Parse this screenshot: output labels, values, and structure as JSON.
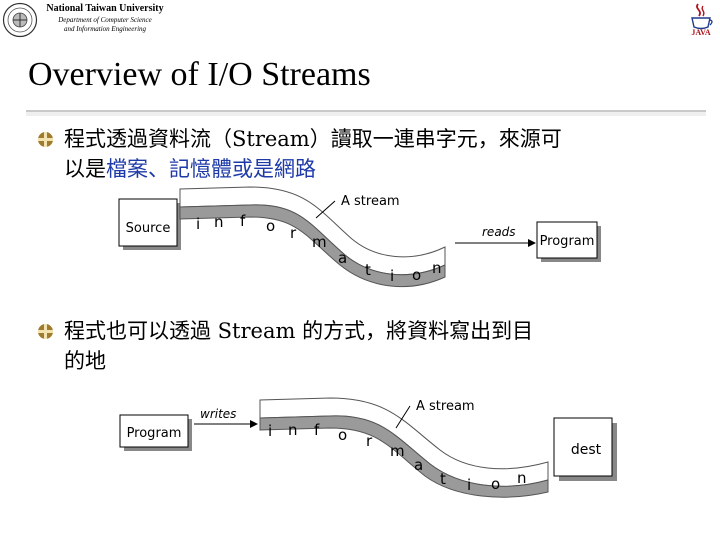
{
  "header": {
    "university": "National Taiwan University",
    "department_line1": "Department of Computer Science",
    "department_line2": "and Information Engineering",
    "logo_icon": "ntu-seal-icon",
    "java_icon": "java-cup-icon",
    "java_label": "JAVA"
  },
  "slide": {
    "title": "Overview of I/O Streams"
  },
  "bullets": [
    {
      "line1": "程式透過資料流（Stream）讀取一連串字元，來源可",
      "line2_prefix": "以是",
      "line2_highlight": "檔案、記憶體或是網路"
    },
    {
      "line1": "程式也可以透過 Stream 的方式，將資料寫出到目",
      "line2": "的地"
    }
  ],
  "diagram1": {
    "source_label": "Source",
    "stream_label": "A stream",
    "reads_label": "reads",
    "program_label": "Program",
    "letters": [
      "i",
      "n",
      "f",
      "o",
      "r",
      "m",
      "a",
      "t",
      "i",
      "o",
      "n"
    ]
  },
  "diagram2": {
    "program_label": "Program",
    "writes_label": "writes",
    "stream_label": "A stream",
    "dest_label": "dest",
    "letters": [
      "i",
      "n",
      "f",
      "o",
      "r",
      "m",
      "a",
      "t",
      "i",
      "o",
      "n"
    ]
  },
  "colors": {
    "highlight": "#1e3aa8",
    "bullet": "#a07a2e",
    "java_red": "#b0121b"
  }
}
